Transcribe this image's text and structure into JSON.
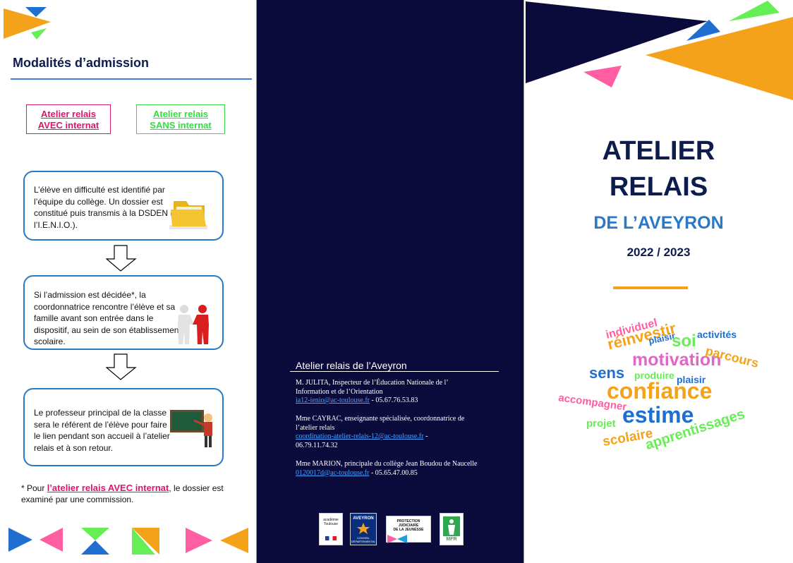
{
  "left": {
    "heading": "Modalités d’admission",
    "tag_avec": {
      "line1": "Atelier relais",
      "line2": "AVEC internat"
    },
    "tag_sans": {
      "line1": "Atelier relais",
      "line2": "SANS internat"
    },
    "step1": "L’élève en difficulté est identifié par l’équipe du collège. Un dossier est constitué puis transmis à la DSDEN (à l’I.E.N.I.O.).",
    "step2": "Si l’admission est décidée*, la coordonnatrice rencontre  l’élève et sa famille avant son entrée dans le dispositif, au sein de son établissement scolaire.",
    "step3": "Le professeur principal de la classe sera le référent de l’élève pour faire le lien pendant son accueil à l’atelier relais et à son retour.",
    "footnote": {
      "prefix": "* Pour ",
      "highlight": "l’atelier relais AVEC internat",
      "suffix": ", le dossier est examiné par une commission."
    }
  },
  "middle": {
    "title": "Atelier relais de l’Aveyron",
    "contacts": [
      {
        "line1": "M. JULITA, Inspecteur de l’Éducation Nationale  de l’",
        "line2": "Information  et de l’Orientation",
        "email": "ia12-ienio@ac-toulouse.fr",
        "phone": " - 05.67.76.53.83"
      },
      {
        "line1": "Mme CAYRAC, enseignante spécialisée, coordonnatrice de",
        "line2": "l’atelier relais",
        "email": "coordination-atelier-relais-12@ac-toulouse.fr",
        "phone": " -",
        "line4": "06.79.11.74.32"
      },
      {
        "line1": "Mme MARION, principale du collège Jean Boudou de Naucelle",
        "email": "0120017d@ac-toulouse.fr",
        "phone": " - 05.65.47.00.85"
      }
    ],
    "logos": {
      "l1": [
        "académie",
        "Toulouse"
      ],
      "l2": [
        "AVEYRON",
        "CONSEIL DÉPARTEMENTAL"
      ],
      "l3": [
        "PROTECTION JUDICIAIRE",
        "DE LA JEUNESSE"
      ],
      "l4": "MFR"
    }
  },
  "right": {
    "title_line1": "ATELIER",
    "title_line2": "RELAIS",
    "subtitle": "DE L’AVEYRON",
    "years": "2022 / 2023",
    "words": {
      "individuel": "individuel",
      "reinvestir": "réinvestir",
      "plaisir1": "plaisir",
      "soi": "soi",
      "activites": "activités",
      "motivation": "motivation",
      "parcours": "parcours",
      "sens": "sens",
      "produire": "produire",
      "plaisir2": "plaisir",
      "confiance": "confiance",
      "accompagner": "accompagner",
      "estime": "estime",
      "projet": "projet",
      "scolaire": "scolaire",
      "apprentissages": "apprentissages"
    }
  },
  "colors": {
    "navy": "#0b0b3b",
    "orange": "#f5a21b",
    "pink": "#ff5fa2",
    "green": "#66ee55",
    "blue": "#1f6fd1",
    "magenta": "#e0136b"
  }
}
